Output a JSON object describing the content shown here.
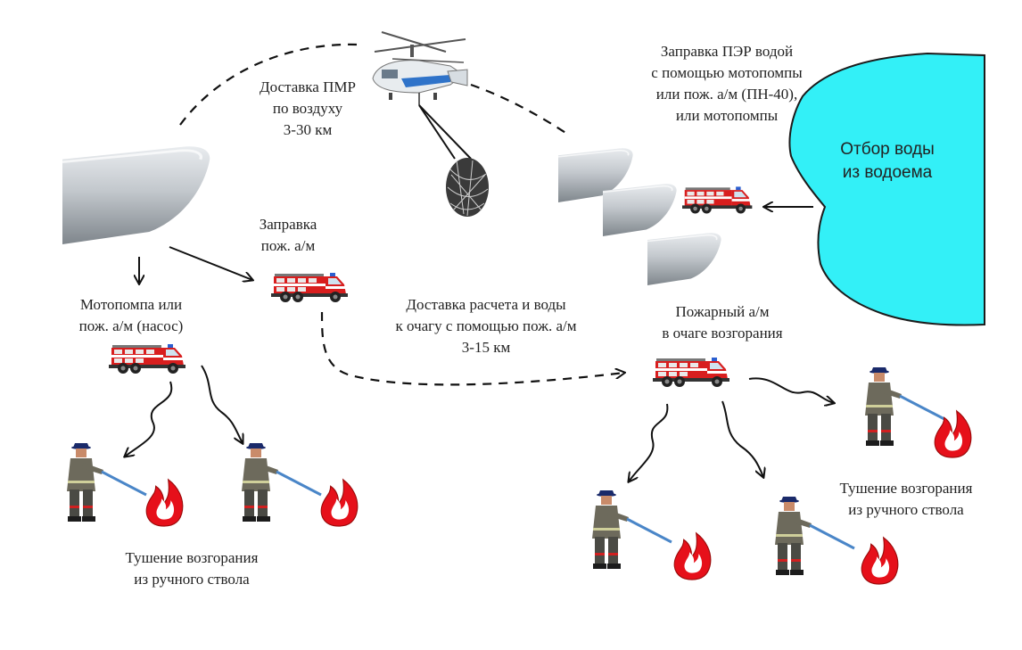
{
  "labels": {
    "air_delivery": [
      "Доставка ПМР",
      "по воздуху",
      "3-30 км"
    ],
    "refill_per": [
      "Заправка ПЭР водой",
      "с помощью мотопомпы",
      "или пож. а/м (ПН-40),",
      "или мотопомпы"
    ],
    "water_intake": [
      "Отбор воды",
      "из водоема"
    ],
    "refill_truck": [
      "Заправка",
      "пож. а/м"
    ],
    "pump": [
      "Мотопомпа или",
      "пож. а/м (насос)"
    ],
    "crew_delivery": [
      "Доставка расчета и воды",
      "к очагу с помощью пож. а/м",
      "3-15 км"
    ],
    "truck_at_fire": [
      "Пожарный а/м",
      "в очаге возгорания"
    ],
    "extinguish_left": [
      "Тушение возгорания",
      "из ручного ствола"
    ],
    "extinguish_right": [
      "Тушение возгорания",
      "из ручного ствола"
    ]
  },
  "colors": {
    "water": "#33f0f7",
    "truck_red": "#d81e1e",
    "flame_red": "#e6101a",
    "hose_blue": "#4a86c8",
    "tank_grey": "#b9bfc5"
  },
  "icons": [
    "helicopter-icon",
    "water-bag-icon",
    "fire-truck-icon",
    "firefighter-icon",
    "flame-icon",
    "pond-icon",
    "water-tank-icon"
  ]
}
